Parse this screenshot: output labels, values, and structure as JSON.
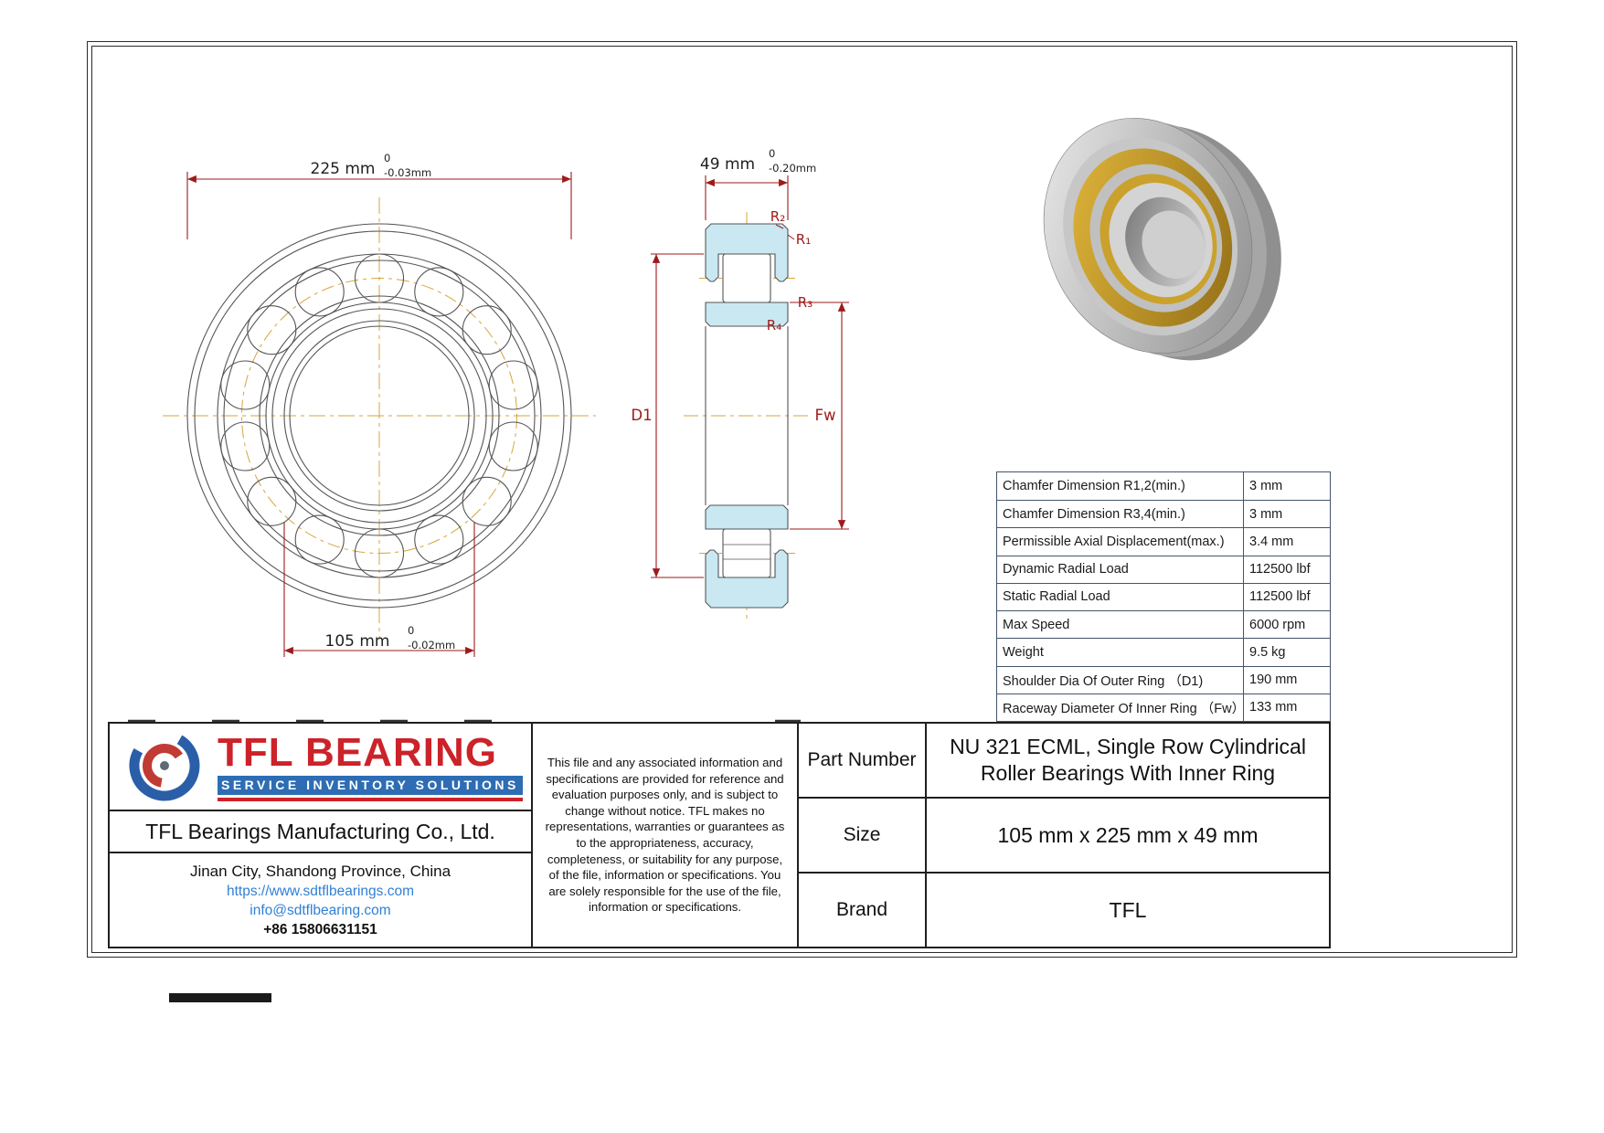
{
  "colors": {
    "dimension_red": "#9e1a1a",
    "centerline_orange": "#d8a43c",
    "section_fill_blue": "#c9e8f2",
    "spec_table_border": "#44546a",
    "logo_red": "#cc2229",
    "logo_banner_blue": "#2e6db4",
    "link_blue": "#2f7fd6",
    "brass_cage": "#caa12c"
  },
  "drawing": {
    "front_view": {
      "dim_od": {
        "value": "225 mm",
        "tol_upper": "0",
        "tol_lower": "-0.03mm"
      },
      "dim_bore": {
        "value": "105 mm",
        "tol_upper": "0",
        "tol_lower": "-0.02mm"
      }
    },
    "section_view": {
      "dim_width": {
        "value": "49 mm",
        "tol_upper": "0",
        "tol_lower": "-0.20mm"
      },
      "label_r1": "R₁",
      "label_r2": "R₂",
      "label_r3": "R₃",
      "label_r4": "R₄",
      "label_d1": "D1",
      "label_fw": "Fw"
    }
  },
  "spec_table": {
    "rows": [
      {
        "label": "Chamfer Dimension R1,2(min.)",
        "value": "3 mm"
      },
      {
        "label": "Chamfer Dimension R3,4(min.)",
        "value": "3 mm"
      },
      {
        "label": "Permissible Axial Displacement(max.)",
        "value": "3.4 mm"
      },
      {
        "label": "Dynamic Radial Load",
        "value": "112500 lbf"
      },
      {
        "label": "Static Radial Load",
        "value": "112500 lbf"
      },
      {
        "label": "Max Speed",
        "value": "6000 rpm"
      },
      {
        "label": "Weight",
        "value": "9.5 kg"
      },
      {
        "label": "Shoulder Dia Of Outer Ring （D1)",
        "value": "190 mm"
      },
      {
        "label": "Raceway Diameter Of Inner Ring （Fw）",
        "value": "133 mm"
      }
    ]
  },
  "title_block": {
    "logo_text": "TFL BEARING",
    "logo_tagline": "SERVICE INVENTORY SOLUTIONS",
    "company_name": "TFL Bearings Manufacturing Co., Ltd.",
    "address": "Jinan City, Shandong Province, China",
    "website": "https://www.sdtflbearings.com",
    "email": "info@sdtflbearing.com",
    "phone": "+86 15806631151",
    "disclaimer": "This file and any associated information and specifications are provided for reference and evaluation purposes only, and is subject to change without notice. TFL makes no representations, warranties or guarantees as to the appropriateness, accuracy, completeness, or suitability for any purpose, of the file, information or specifications.  You are solely responsible for the use of the file, information or specifications.",
    "fields": [
      {
        "label": "Part Number",
        "value": "NU 321 ECML, Single Row Cylindrical Roller Bearings With Inner Ring"
      },
      {
        "label": "Size",
        "value": "105 mm x 225 mm x 49 mm"
      },
      {
        "label": "Brand",
        "value": "TFL"
      }
    ]
  }
}
